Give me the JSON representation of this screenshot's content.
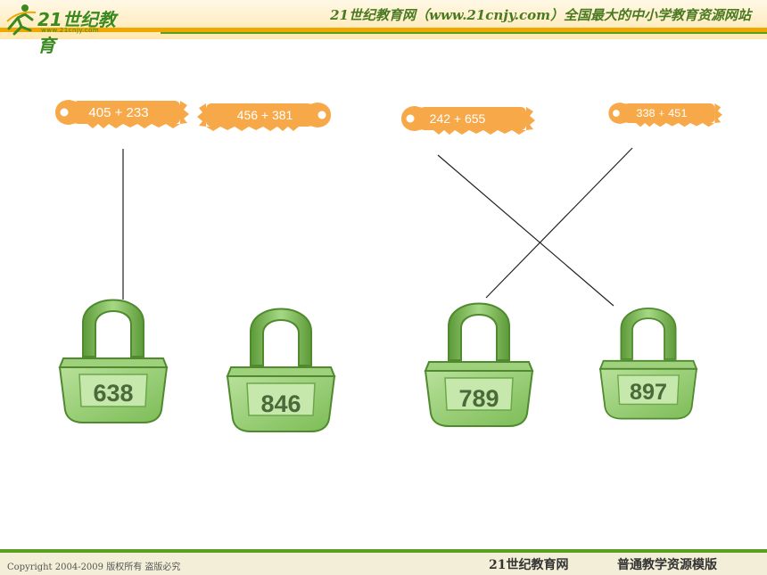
{
  "header": {
    "logo_text": "21世纪教育",
    "logo_sub": "www.21cnjy.com",
    "title": "21世纪教育网（www.21cnjy.com）全国最大的中小学教育资源网站",
    "accent": "#f0a800",
    "green": "#5aa020"
  },
  "keys": [
    {
      "label": "405 + 233"
    },
    {
      "label": "456 + 381"
    },
    {
      "label": "242 + 655"
    },
    {
      "label": "338 + 451"
    }
  ],
  "locks": [
    {
      "label": "638"
    },
    {
      "label": "846"
    },
    {
      "label": "789"
    },
    {
      "label": "897"
    }
  ],
  "colors": {
    "key": "#f7a94a",
    "lock_body": "#8cc866",
    "lock_dark": "#4f8a2e",
    "line": "#222222"
  },
  "footer": {
    "copyright": "Copyright 2004-2009 版权所有 盗版必究",
    "site": "21世纪教育网",
    "template": "普通教学资源模版"
  }
}
